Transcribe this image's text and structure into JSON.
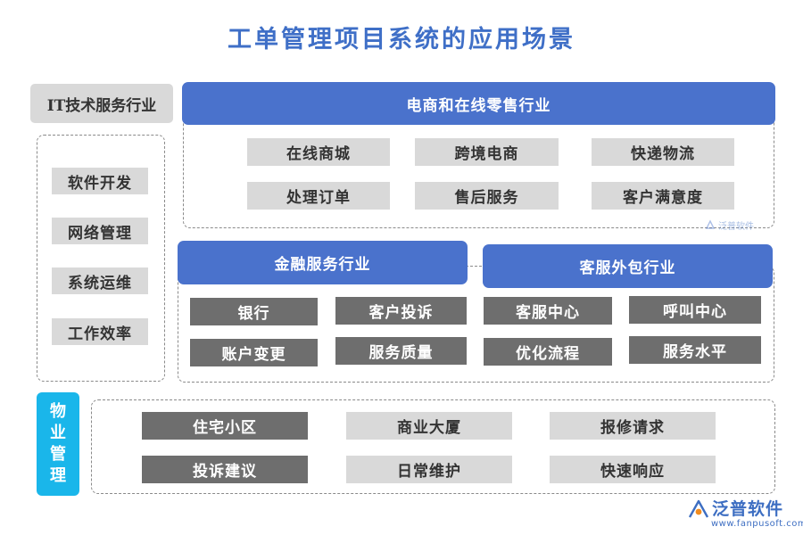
{
  "title": "工单管理项目系统的应用场景",
  "it": {
    "header": "IT技术服务行业",
    "items": [
      "软件开发",
      "网络管理",
      "系统运维",
      "工作效率"
    ]
  },
  "ecommerce": {
    "header": "电商和在线零售行业",
    "items": [
      "在线商城",
      "跨境电商",
      "快递物流",
      "处理订单",
      "售后服务",
      "客户满意度"
    ]
  },
  "finance": {
    "header": "金融服务行业",
    "items": [
      "银行",
      "客户投诉",
      "账户变更",
      "服务质量"
    ]
  },
  "outsourcing": {
    "header": "客服外包行业",
    "items": [
      "客服中心",
      "呼叫中心",
      "优化流程",
      "服务水平"
    ]
  },
  "property": {
    "header_chars": [
      "物",
      "业",
      "管",
      "理"
    ],
    "items": [
      "住宅小区",
      "商业大厦",
      "报修请求",
      "投诉建议",
      "日常维护",
      "快速响应"
    ]
  },
  "watermark": {
    "text": "泛普软件"
  },
  "logo": {
    "name": "泛普软件",
    "url": "www.fanpusoft.com"
  },
  "colors": {
    "title": "#3f6fc7",
    "header_blue": "#4a72cc",
    "property_cyan": "#1ab6ea",
    "chip_light": "#d9d9d9",
    "chip_dark": "#6e6e6e"
  }
}
